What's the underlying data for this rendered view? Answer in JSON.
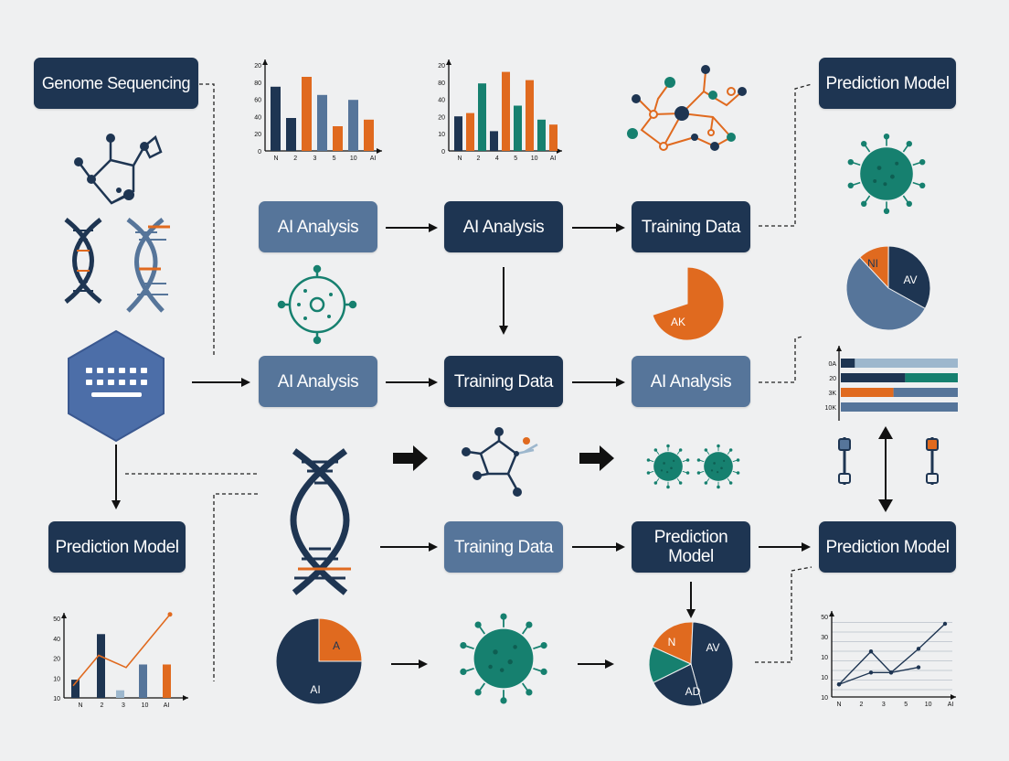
{
  "colors": {
    "navy": "#1e3552",
    "slate": "#56759a",
    "teal": "#16806f",
    "orange": "#e06a1f",
    "ink": "#111111",
    "background": "#eff0f1"
  },
  "nodes": {
    "genome_sequencing": "Genome Sequencing",
    "ai_analysis_1": "AI Analysis",
    "ai_analysis_2": "AI Analysis",
    "training_data_1": "Training Data",
    "prediction_model_top": "Prediction Model",
    "ai_analysis_3": "AI Analysis",
    "training_data_2": "Training Data",
    "ai_analysis_4": "AI Analysis",
    "prediction_model_left": "Prediction Model",
    "training_data_3": "Training Data",
    "prediction_model_center_line1": "Prediction",
    "prediction_model_center_line2": "Model",
    "prediction_model_right": "Prediction Model"
  },
  "icons": [
    "molecule-icon",
    "dna-helix-icon",
    "hexagon-chip-icon",
    "cell-icon",
    "network-icon",
    "virus-icon",
    "pie-icon",
    "arrow-icon",
    "slider-icon"
  ],
  "chart_data": [
    {
      "type": "bar",
      "id": "top-left-bars",
      "ytick_labels": [
        "20",
        "80",
        "60",
        "40",
        "20",
        "0"
      ],
      "xtick_labels": [
        "N",
        "2",
        "3",
        "5",
        "10",
        "AI"
      ],
      "values": [
        78,
        40,
        90,
        68,
        30,
        62,
        38
      ],
      "colors": [
        "#1e3552",
        "#1e3552",
        "#e06a1f",
        "#56759a",
        "#e06a1f",
        "#56759a",
        "#e06a1f"
      ],
      "ylim": [
        0,
        100
      ]
    },
    {
      "type": "bar",
      "id": "top-center-bars",
      "ytick_labels": [
        "20",
        "80",
        "40",
        "20",
        "10",
        "0"
      ],
      "xtick_labels": [
        "N",
        "2",
        "4",
        "5",
        "10",
        "AI"
      ],
      "values": [
        42,
        46,
        82,
        24,
        96,
        55,
        86,
        38,
        32
      ],
      "colors": [
        "#1e3552",
        "#e06a1f",
        "#16806f",
        "#1e3552",
        "#e06a1f",
        "#16806f",
        "#e06a1f",
        "#16806f",
        "#e06a1f"
      ],
      "ylim": [
        0,
        100
      ]
    },
    {
      "type": "pie",
      "id": "right-pie",
      "slices": [
        {
          "label": "NI",
          "value": 12,
          "color": "#e06a1f"
        },
        {
          "label": "AV",
          "value": 33,
          "color": "#1e3552"
        },
        {
          "label": "",
          "value": 55,
          "color": "#56759a"
        }
      ]
    },
    {
      "type": "pie",
      "id": "orange-wedge",
      "slices": [
        {
          "label": "AK",
          "value": 70,
          "color": "#e06a1f"
        }
      ]
    },
    {
      "type": "bar",
      "id": "stacked-bars",
      "orientation": "horizontal",
      "ytick_labels": [
        "0A",
        "20",
        "3K",
        "10K"
      ],
      "rows": [
        [
          0.12,
          0.88
        ],
        [
          0.55,
          0.45
        ],
        [
          0.45,
          0.55
        ],
        [
          1.0
        ]
      ],
      "row_colors": [
        [
          "#1e3552",
          "#9db7cd"
        ],
        [
          "#1e3552",
          "#16806f"
        ],
        [
          "#e06a1f",
          "#56759a"
        ],
        [
          "#56759a"
        ]
      ]
    },
    {
      "type": "bar",
      "id": "bottom-left-combo",
      "ytick_labels": [
        "50",
        "40",
        "20",
        "10",
        "10"
      ],
      "xtick_labels": [
        "N",
        "2",
        "3",
        "10",
        "AI"
      ],
      "values": [
        12,
        42,
        5,
        22,
        22
      ],
      "colors": [
        "#1e3552",
        "#1e3552",
        "#9db7cd",
        "#56759a",
        "#e06a1f"
      ],
      "line": [
        8,
        28,
        20,
        55
      ],
      "ylim": [
        0,
        50
      ]
    },
    {
      "type": "pie",
      "id": "bottom-pie-a",
      "slices": [
        {
          "label": "A",
          "value": 25,
          "color": "#e06a1f"
        },
        {
          "label": "AI",
          "value": 75,
          "color": "#1e3552"
        }
      ]
    },
    {
      "type": "pie",
      "id": "bottom-pie-n",
      "slices": [
        {
          "label": "N",
          "value": 19,
          "color": "#e06a1f"
        },
        {
          "label": "AV",
          "value": 45,
          "color": "#1e3552"
        },
        {
          "label": "AD",
          "value": 22,
          "color": "#1e3552"
        },
        {
          "label": "",
          "value": 14,
          "color": "#16806f"
        }
      ]
    },
    {
      "type": "line",
      "id": "bottom-right-line",
      "ytick_labels": [
        "50",
        "30",
        "10",
        "10",
        "10"
      ],
      "xtick_labels": [
        "N",
        "2",
        "3",
        "5",
        "10",
        "AI"
      ],
      "series": [
        {
          "values": [
            8,
            58,
            26,
            34,
            62,
            100
          ],
          "color": "#1e3552"
        },
        {
          "values": [
            8,
            26,
            26,
            34,
            62
          ],
          "color": "#1e3552"
        }
      ],
      "grid": true
    }
  ]
}
